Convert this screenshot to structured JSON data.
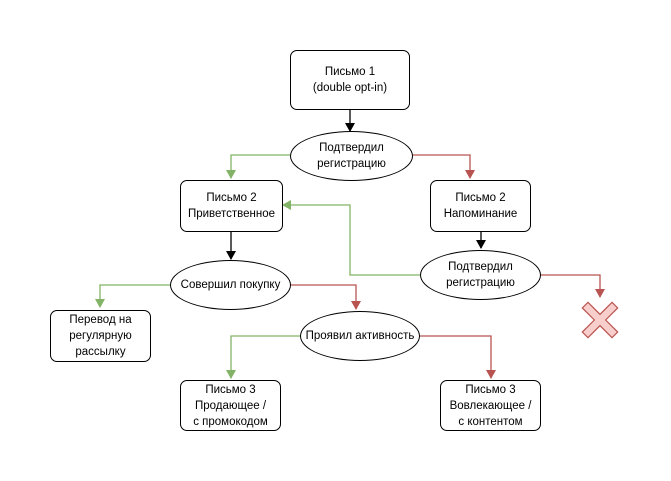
{
  "nodes": {
    "email1": "Письмо 1\n(double opt-in)",
    "confirmed1": "Подтвердил\nрегистрацию",
    "email2_welcome": "Письмо 2\nПриветственное",
    "email2_reminder": "Письмо 2\nНапоминание",
    "purchased": "Совершил покупку",
    "confirmed2": "Подтвердил\nрегистрацию",
    "regular_newsletter": "Перевод на\nрегулярную\nрассылку",
    "active": "Проявил активность",
    "email3_selling": "Письмо 3\nПродающее /\nс промокодом",
    "email3_engaging": "Письмо 3\nВовлекающее /\nс контентом"
  },
  "colors": {
    "yes_edge": "#82b366",
    "no_edge": "#b85450",
    "neutral_edge": "#000000",
    "x_fill": "#f8cecc",
    "x_stroke": "#b85450"
  },
  "icons": {
    "end_marker": "x-mark-icon"
  }
}
